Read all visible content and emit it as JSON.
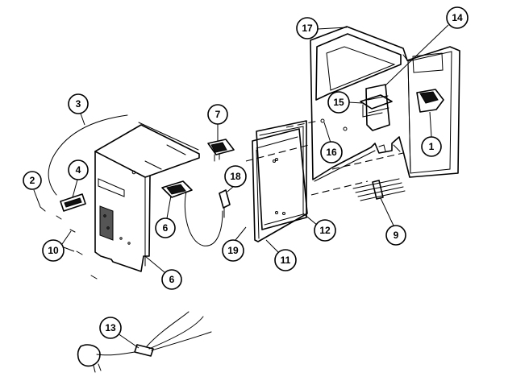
{
  "callouts": {
    "c1": "1",
    "c2": "2",
    "c3": "3",
    "c4": "4",
    "c6a": "6",
    "c6b": "6",
    "c7": "7",
    "c9": "9",
    "c10": "10",
    "c11": "11",
    "c12": "12",
    "c13": "13",
    "c14": "14",
    "c15": "15",
    "c16": "16",
    "c17": "17",
    "c18": "18",
    "c19": "19"
  }
}
